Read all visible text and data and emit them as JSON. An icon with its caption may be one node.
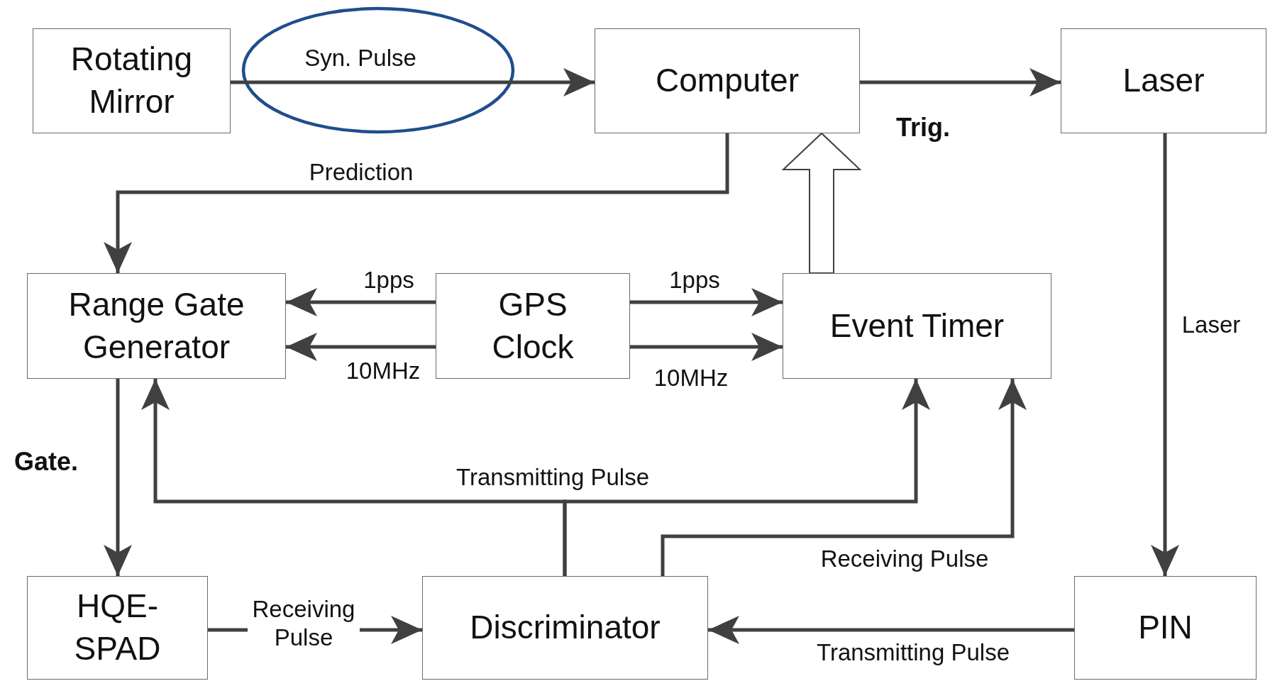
{
  "diagram": {
    "nodes": [
      {
        "text": [
          "Rotating Mirror"
        ]
      },
      {
        "text": [
          "Computer"
        ]
      },
      {
        "text": [
          "Laser"
        ]
      },
      {
        "text": [
          "Range Gate Generator"
        ]
      },
      {
        "text": [
          "GPS Clock"
        ]
      },
      {
        "text": [
          "Event Timer"
        ]
      },
      {
        "text": [
          "HQE-SPAD"
        ]
      },
      {
        "text": [
          "Discriminator"
        ]
      },
      {
        "text": [
          "PIN"
        ]
      }
    ],
    "edges": [
      {
        "from": 0,
        "to": 1,
        "arrow": "to",
        "label": "Syn. Pulse"
      },
      {
        "from": 1,
        "to": 2,
        "arrow": "to",
        "label": "Trig."
      },
      {
        "from": 1,
        "to": 3,
        "arrow": "to",
        "label": "Prediction"
      },
      {
        "from": 4,
        "to": 3,
        "arrow": "to",
        "label": "1pps"
      },
      {
        "from": 4,
        "to": 3,
        "arrow": "to",
        "label": "10MHz"
      },
      {
        "from": 4,
        "to": 5,
        "arrow": "to",
        "label": "1pps"
      },
      {
        "from": 4,
        "to": 5,
        "arrow": "to",
        "label": "10MHz"
      },
      {
        "from": 5,
        "to": 1,
        "arrow": "to",
        "style": "thick"
      },
      {
        "from": 2,
        "to": 8,
        "arrow": "to",
        "label": "Laser"
      },
      {
        "from": 3,
        "to": 6,
        "arrow": "to",
        "label": "Gate."
      },
      {
        "from": 6,
        "to": 7,
        "arrow": "to",
        "label": "Receiving Pulse"
      },
      {
        "from": 8,
        "to": 7,
        "arrow": "to",
        "label": "Transmitting Pulse"
      },
      {
        "from": 7,
        "to": 3,
        "arrow": "to",
        "label": "Transmitting Pulse"
      },
      {
        "from": 7,
        "to": 5,
        "arrow": "to"
      },
      {
        "from": 7,
        "to": 5,
        "arrow": "to",
        "label": "Receiving Pulse"
      }
    ]
  }
}
